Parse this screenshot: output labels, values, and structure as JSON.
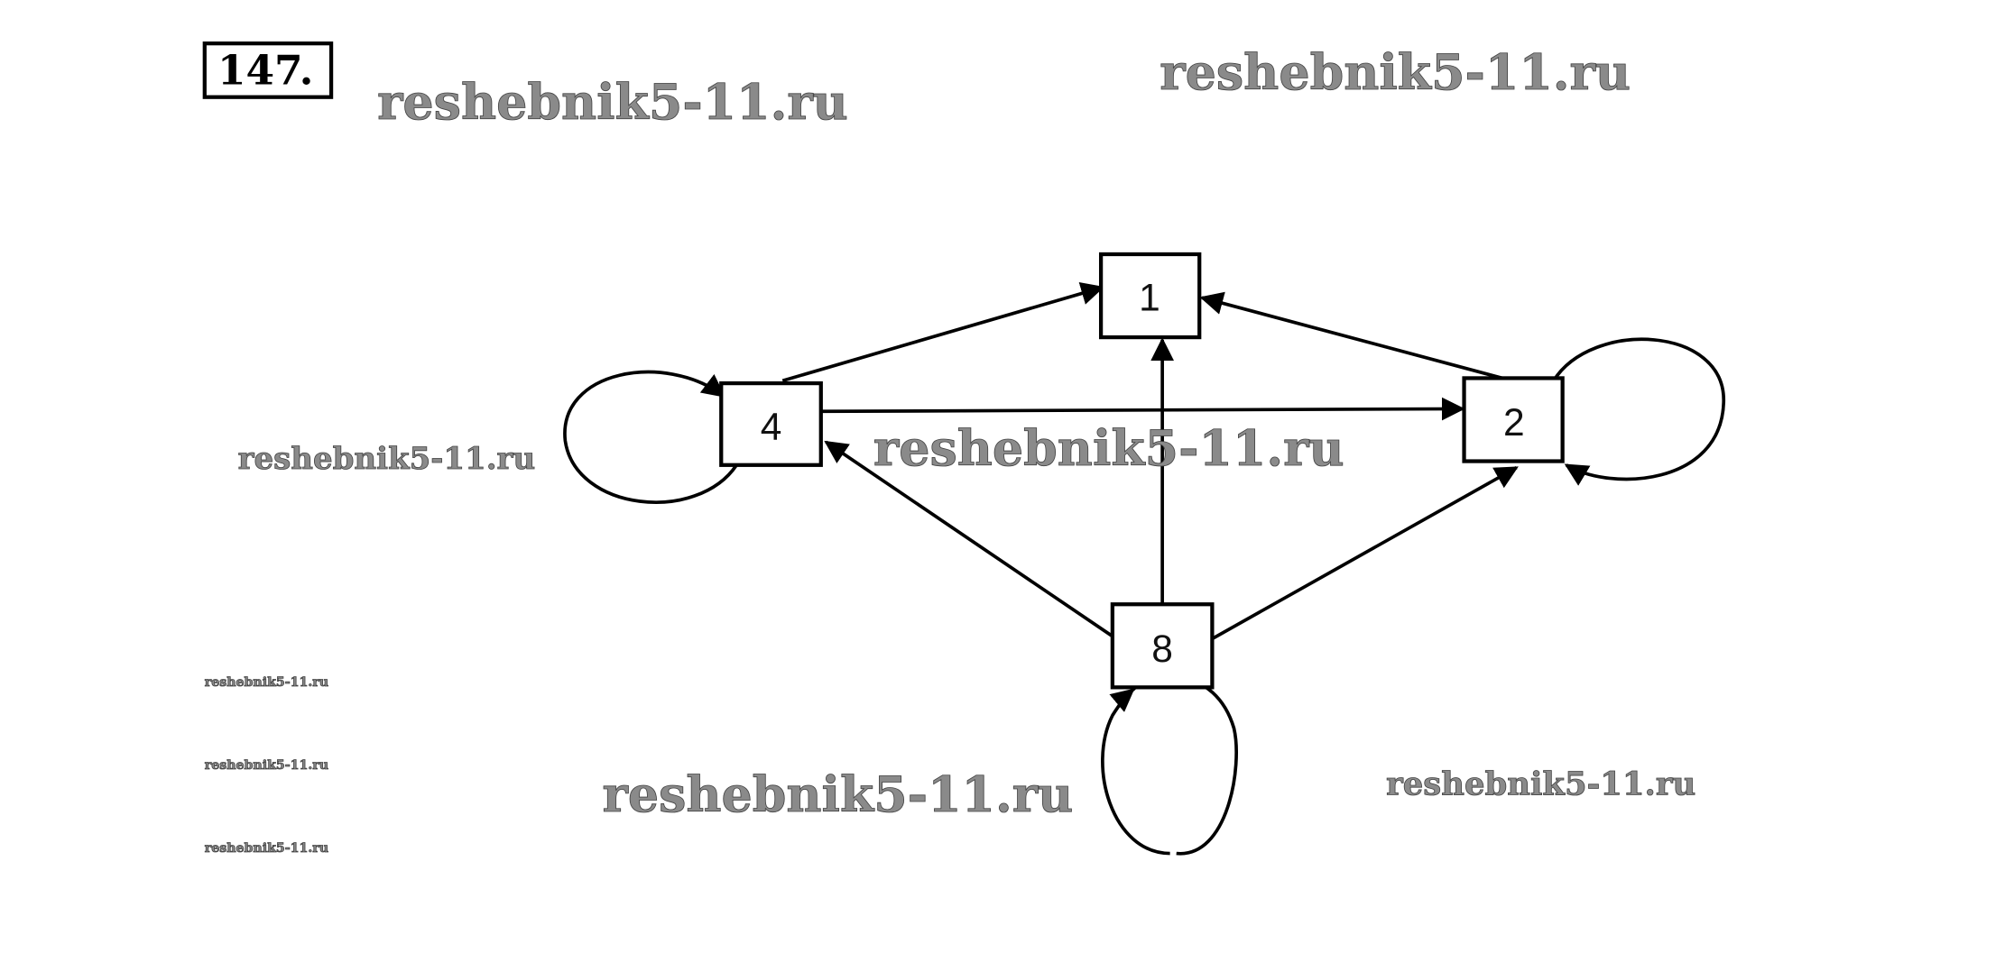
{
  "problem": {
    "number": "147",
    "dot": "."
  },
  "watermarks": [
    "reshebnik5-11.ru",
    "reshebnik5-11.ru",
    "reshebnik5-11.ru",
    "reshebnik5-11.ru",
    "reshebnik5-11.ru",
    "reshebnik5-11.ru",
    "reshebnik5-11.ru",
    "reshebnik5-11.ru",
    "reshebnik5-11.ru"
  ],
  "graph": {
    "nodes": [
      "1",
      "4",
      "2",
      "8"
    ],
    "edges": [
      [
        "4",
        "1"
      ],
      [
        "2",
        "1"
      ],
      [
        "8",
        "1"
      ],
      [
        "4",
        "2"
      ],
      [
        "8",
        "4"
      ],
      [
        "8",
        "2"
      ],
      [
        "4",
        "4"
      ],
      [
        "2",
        "2"
      ],
      [
        "8",
        "8"
      ]
    ]
  }
}
